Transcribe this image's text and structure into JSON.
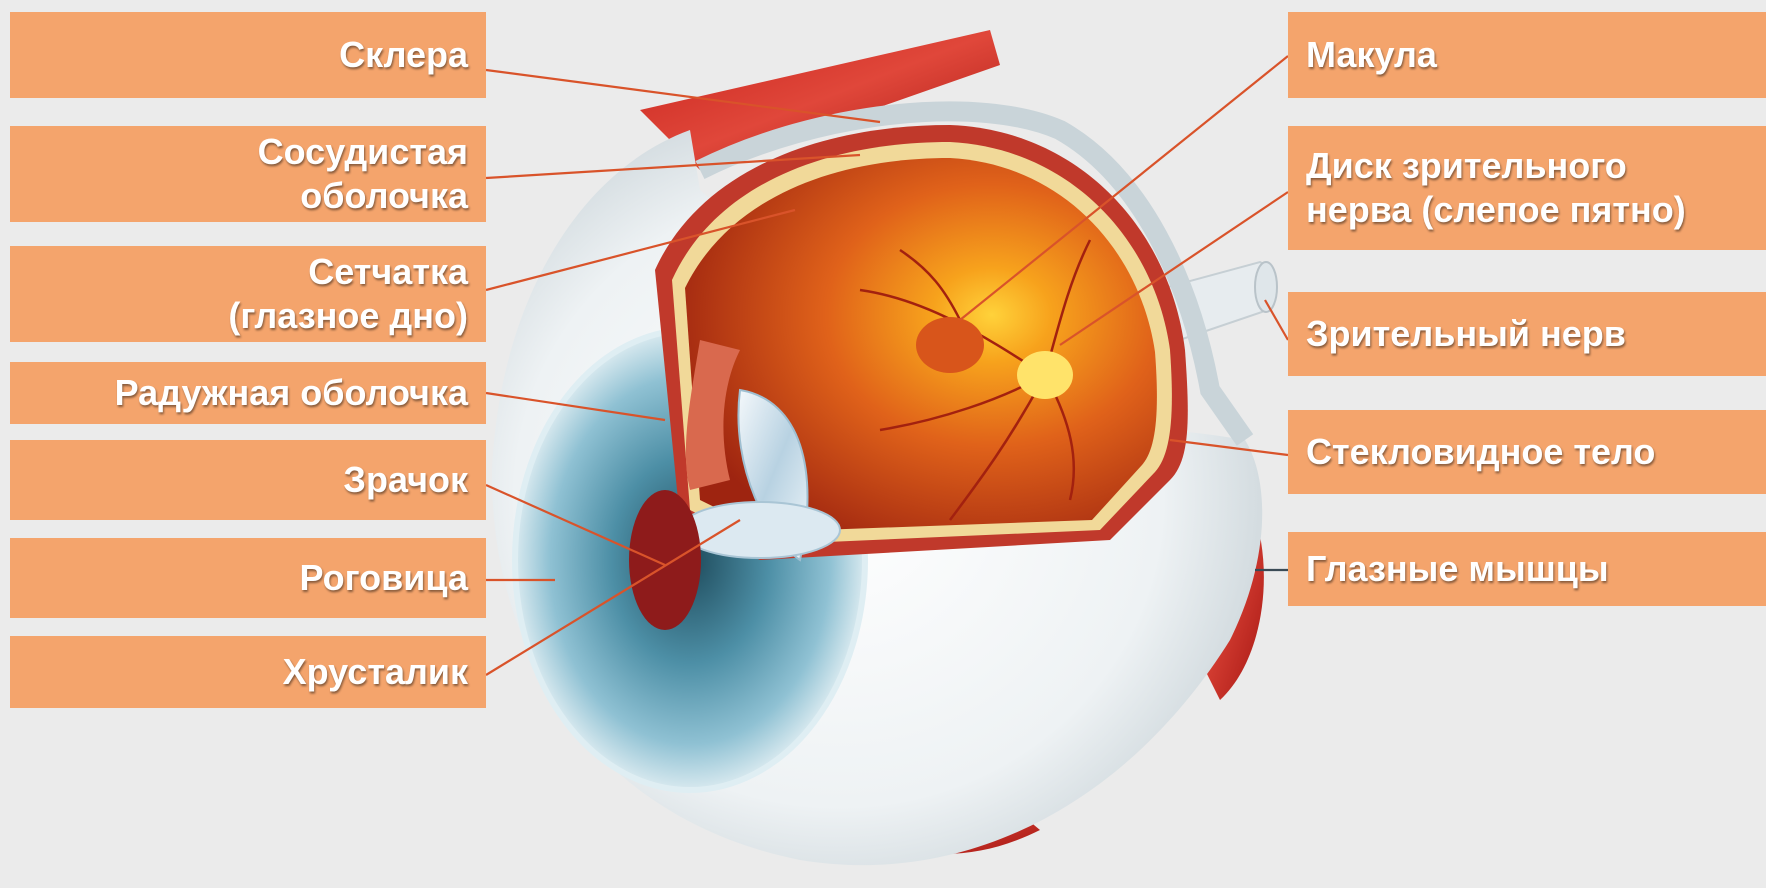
{
  "labels_left": [
    {
      "id": "sclera",
      "text": "Склера"
    },
    {
      "id": "choroid",
      "text": "Сосудистая\nоболочка"
    },
    {
      "id": "retina",
      "text": "Сетчатка\n(глазное дно)"
    },
    {
      "id": "iris",
      "text": "Радужная оболочка"
    },
    {
      "id": "pupil",
      "text": "Зрачок"
    },
    {
      "id": "cornea",
      "text": "Роговица"
    },
    {
      "id": "lens",
      "text": "Хрусталик"
    }
  ],
  "labels_right": [
    {
      "id": "macula",
      "text": "Макула"
    },
    {
      "id": "optic-disc",
      "text": "Диск зрительного\nнерва (слепое пятно)"
    },
    {
      "id": "optic-nerve",
      "text": "Зрительный нерв"
    },
    {
      "id": "vitreous",
      "text": "Стекловидное тело"
    },
    {
      "id": "eye-muscles",
      "text": "Глазные мышцы"
    }
  ],
  "colors": {
    "label_bg": "#f4a46c",
    "label_text": "#ffffff",
    "leader_line": "#d9532a",
    "background": "#ebebeb"
  }
}
